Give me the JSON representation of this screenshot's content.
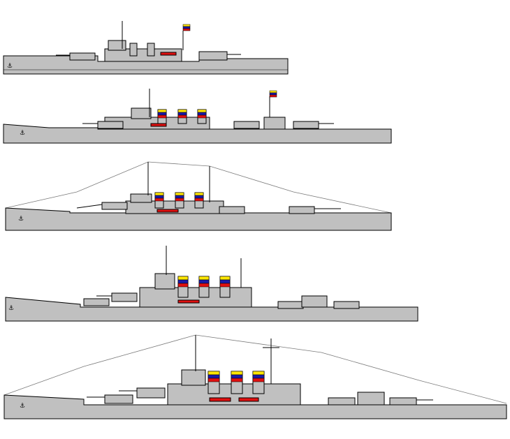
{
  "figure": {
    "kind": "warship-profile-drawings",
    "ship_count": 5
  },
  "colors": {
    "background": "#ffffff",
    "hull": "#c0c0c0",
    "outline": "#000000",
    "window": "#4a4ad8",
    "flag_yellow": "#ffe600",
    "flag_blue": "#1a1aa8",
    "flag_red": "#e01010",
    "boat_red": "#e01010",
    "rigging": "#7a7a7a"
  },
  "ships": [
    {
      "id": "ship-1",
      "funnels": 2,
      "funnel_flag": false,
      "masts": 2,
      "stern_flag": true,
      "rigging": false
    },
    {
      "id": "ship-2",
      "funnels": 3,
      "funnel_flag": true,
      "masts": 2,
      "stern_flag": true,
      "rigging": false
    },
    {
      "id": "ship-3",
      "funnels": 3,
      "funnel_flag": true,
      "masts": 2,
      "stern_flag": false,
      "rigging": true
    },
    {
      "id": "ship-4",
      "funnels": 3,
      "funnel_flag": true,
      "masts": 2,
      "stern_flag": false,
      "rigging": false
    },
    {
      "id": "ship-5",
      "funnels": 3,
      "funnel_flag": true,
      "masts": 2,
      "stern_flag": false,
      "rigging": true
    }
  ]
}
